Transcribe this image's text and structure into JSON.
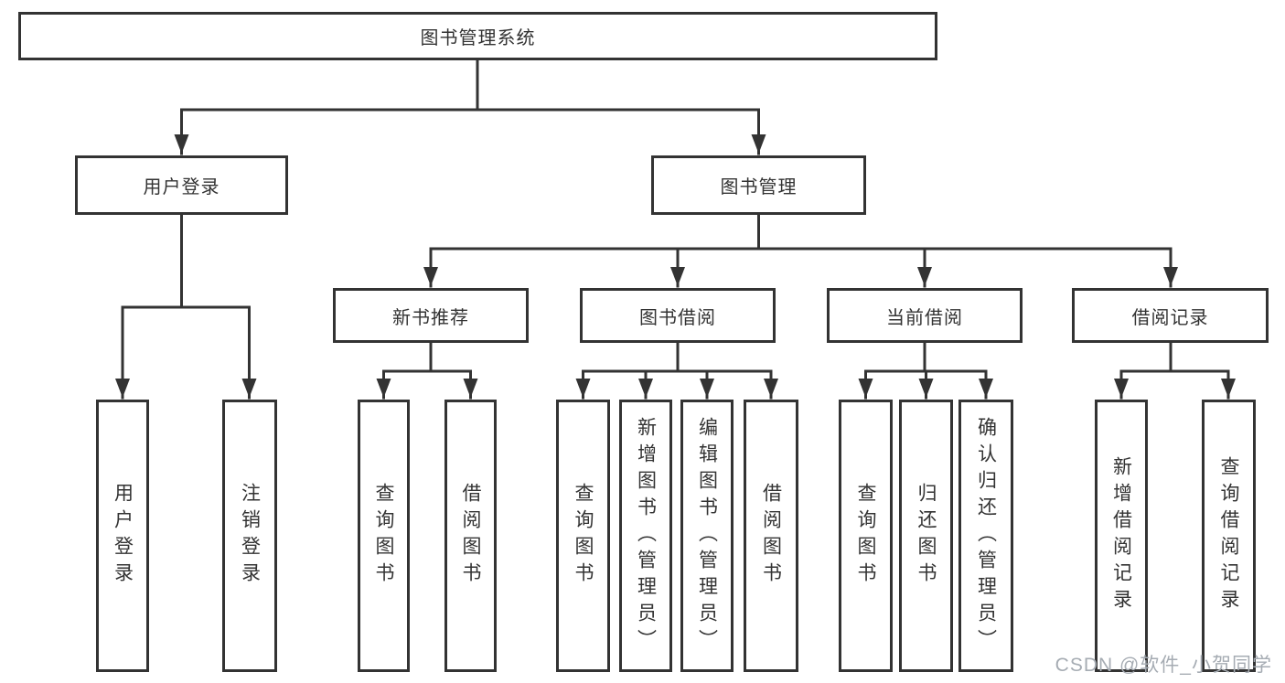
{
  "diagram": {
    "root": "图书管理系统",
    "branches": {
      "user_login": {
        "label": "用户登录",
        "children": [
          "用户登录",
          "注销登录"
        ]
      },
      "book_management": {
        "label": "图书管理",
        "sections": [
          {
            "label": "新书推荐",
            "children": [
              "查询图书",
              "借阅图书"
            ]
          },
          {
            "label": "图书借阅",
            "children": [
              "查询图书",
              "新增图书（管理员）",
              "编辑图书（管理员）",
              "借阅图书"
            ]
          },
          {
            "label": "当前借阅",
            "children": [
              "查询图书",
              "归还图书",
              "确认归还（管理员）"
            ]
          },
          {
            "label": "借阅记录",
            "children": [
              "新增借阅记录",
              "查询借阅记录"
            ]
          }
        ]
      }
    }
  },
  "colors": {
    "line": "#333333",
    "watermark_text": "#a6acb3"
  },
  "watermark": "CSDN @软件_小贺同学"
}
